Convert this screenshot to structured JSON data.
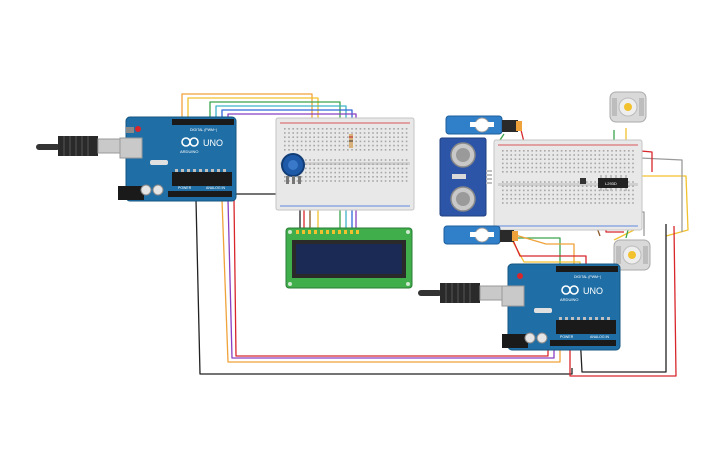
{
  "canvas": {
    "background": "#ffffff"
  },
  "components": {
    "arduino_left": {
      "brand_label": "UNO",
      "sub_label": "ARDUINO",
      "digital_label": "DIGITAL (PWM~)",
      "power_label": "POWER",
      "analog_label": "ANALOG IN",
      "board_color": "#1f6fa6"
    },
    "arduino_right": {
      "brand_label": "UNO",
      "sub_label": "ARDUINO",
      "digital_label": "DIGITAL (PWM~)",
      "power_label": "POWER",
      "analog_label": "ANALOG IN",
      "board_color": "#1f6fa6"
    },
    "motor_driver": {
      "chip_label": "L293D"
    },
    "lcd": {
      "screen_color": "#1b2a55",
      "pcb_color": "#3fae4b"
    },
    "ultrasonic_sensor": {
      "board_color": "#2c55a8"
    },
    "servos": {
      "body_color": "#2f7fc9"
    },
    "dc_motors": {
      "body_color": "#d9d9d9"
    },
    "potentiometer": {
      "knob_color": "#1e5aa8"
    }
  },
  "wire_colors": {
    "red": "#d8262b",
    "black": "#222222",
    "orange": "#f0a23a",
    "yellow": "#f2c12e",
    "green": "#3aa34a",
    "blue": "#3068d8",
    "purple": "#8a3fc0",
    "cyan": "#3fb2c6",
    "gray": "#9a9a9a",
    "brown": "#8a5a2b"
  },
  "icons": {
    "usb_cable": "usb-cable-icon",
    "power_jack": "dc-power-jack-icon",
    "reset_button": "reset-button-icon"
  }
}
